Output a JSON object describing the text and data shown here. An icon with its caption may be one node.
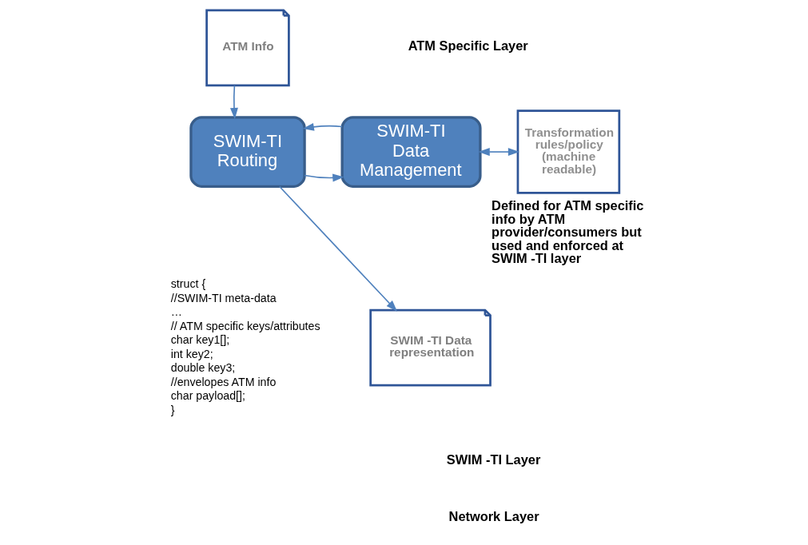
{
  "diagram": {
    "nodes": [
      {
        "text": [
          "ATM Info"
        ]
      },
      {
        "text": [
          "SWIM-TI Routing"
        ]
      },
      {
        "text": [
          "SWIM-TI Data Management"
        ]
      },
      {
        "text": [
          "Transformation rules/policy (machine readable)"
        ],
        "beside": [
          "Defined for ATM specific info by ATM provider/consumers but used and enforced at SWIM -TI layer"
        ]
      },
      {
        "text": [
          "SWIM -TI Data representation"
        ]
      }
    ],
    "edges": [
      {
        "from": 0,
        "to": 1,
        "arrow": "to"
      },
      {
        "from": 1,
        "to": 2,
        "arrow": "to"
      },
      {
        "from": 2,
        "to": 1,
        "arrow": "to"
      },
      {
        "from": 2,
        "to": 3,
        "arrow": "both"
      },
      {
        "from": 1,
        "to": 4,
        "arrow": "to"
      }
    ],
    "labels": [
      "ATM Specific Layer",
      "struct {",
      "//SWIM-TI meta-data",
      "…",
      "// ATM specific keys/attributes",
      "char key1[];",
      "int key2;",
      "double key3;",
      "//envelopes ATM info",
      "char payload[];",
      "}",
      "SWIM -TI Layer",
      "Network Layer"
    ]
  }
}
